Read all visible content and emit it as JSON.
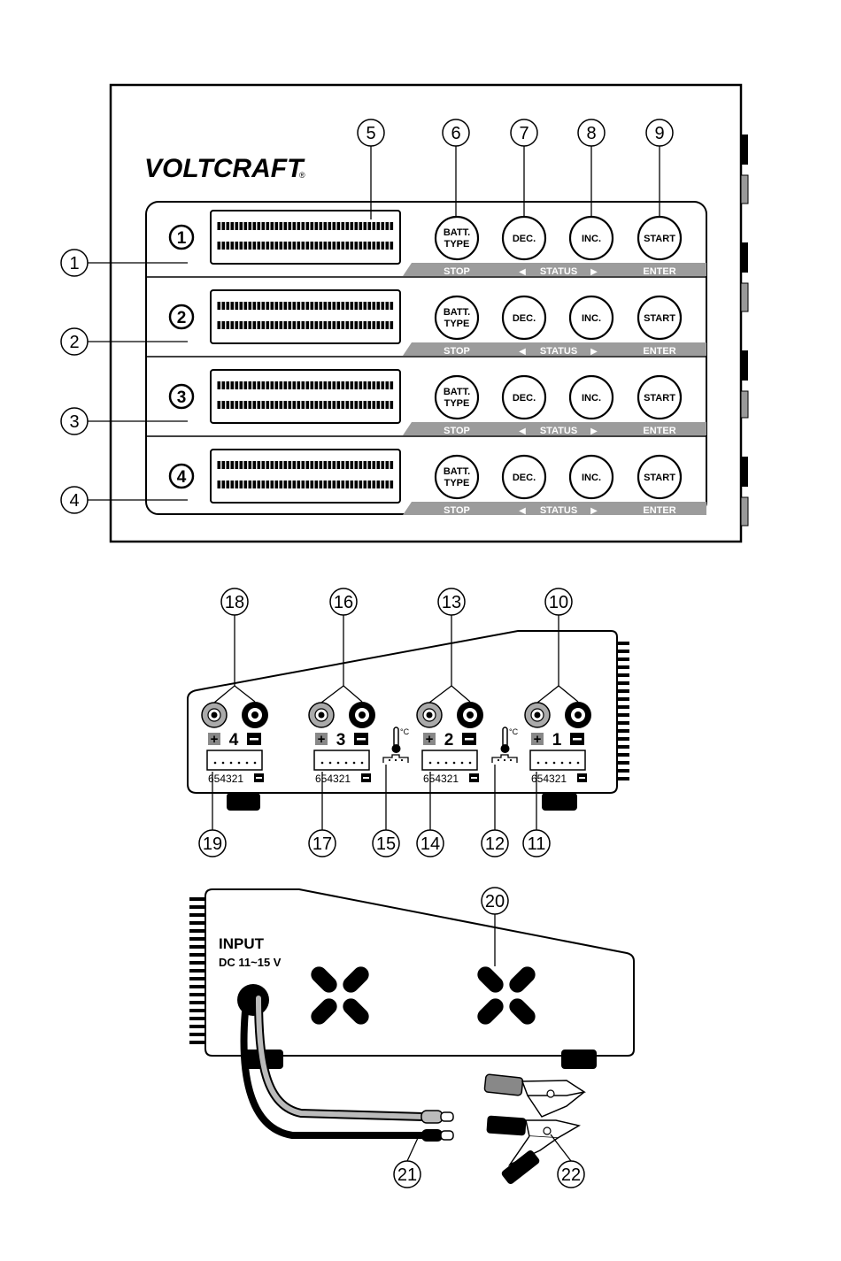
{
  "brand": "VOLTCRAFT",
  "registered_mark": "®",
  "front_panel": {
    "channels": [
      {
        "digit": "1",
        "callout": "1"
      },
      {
        "digit": "2",
        "callout": "2"
      },
      {
        "digit": "3",
        "callout": "3"
      },
      {
        "digit": "4",
        "callout": "4"
      }
    ],
    "display_callout": "5",
    "buttons": [
      {
        "line1": "BATT.",
        "line2": "TYPE",
        "callout": "6",
        "strip_label": "STOP"
      },
      {
        "line1": "DEC.",
        "line2": "",
        "callout": "7"
      },
      {
        "line1": "INC.",
        "line2": "",
        "callout": "8"
      },
      {
        "line1": "START",
        "line2": "",
        "callout": "9",
        "strip_label": "ENTER"
      }
    ],
    "status_label": "STATUS",
    "left_arrow": "◀",
    "right_arrow": "▶"
  },
  "side_panel": {
    "ports": [
      {
        "number": "4",
        "output_callout": "18",
        "balancer_callout": "19"
      },
      {
        "number": "3",
        "output_callout": "16",
        "balancer_callout": "17"
      },
      {
        "number": "2",
        "output_callout": "13",
        "balancer_callout": "14"
      },
      {
        "number": "1",
        "output_callout": "10",
        "balancer_callout": "11"
      }
    ],
    "balancer_pins": "654321",
    "plus": "+",
    "temp_unit": "°C",
    "temp_callouts": [
      "15",
      "12"
    ]
  },
  "rear_panel": {
    "input_title": "INPUT",
    "input_spec": "DC 11~15 V",
    "fan_callout": "20",
    "cable_callout": "21",
    "clamp_callout": "22"
  }
}
